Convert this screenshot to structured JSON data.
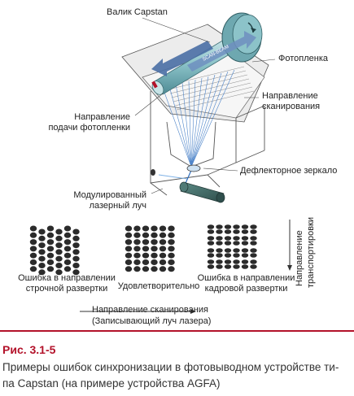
{
  "labels": {
    "capstan": "Валик Capstan",
    "film": "Фотопленка",
    "scan_dir_1": "Направление",
    "scan_dir_2": "сканирования",
    "feed_dir_1": "Направление",
    "feed_dir_2": "подачи фотопленки",
    "deflector": "Дефлекторное зеркало",
    "laser_1": "Модулированный",
    "laser_2": "лазерный луч",
    "transport_1": "Направление",
    "transport_2": "транспортировки",
    "err_line_1": "Ошибка в направлении",
    "err_line_2": "строчной развертки",
    "ok": "Удовлетворительно",
    "err_frame_1": "Ошибка в направлении",
    "err_frame_2": "кадровой развертки",
    "bottom_scan_1": "Направление сканирования",
    "bottom_scan_2": "(Записывающий луч лазера)",
    "arrow_text": "SCAN-BEAM"
  },
  "figure_label": "Рис. 3.1-5",
  "caption_line1": "Примеры ошибок синхронизации в фотовыводном устройстве ти-",
  "caption_line2": "па Capstan (на примере устройства AGFA)",
  "colors": {
    "accent_red": "#b3122a",
    "drum_teal": "#5f9ea8",
    "arrow_blue": "#4a6fa5",
    "beam_blue": "#2f6fc0",
    "dot": "#2b2b2b"
  }
}
